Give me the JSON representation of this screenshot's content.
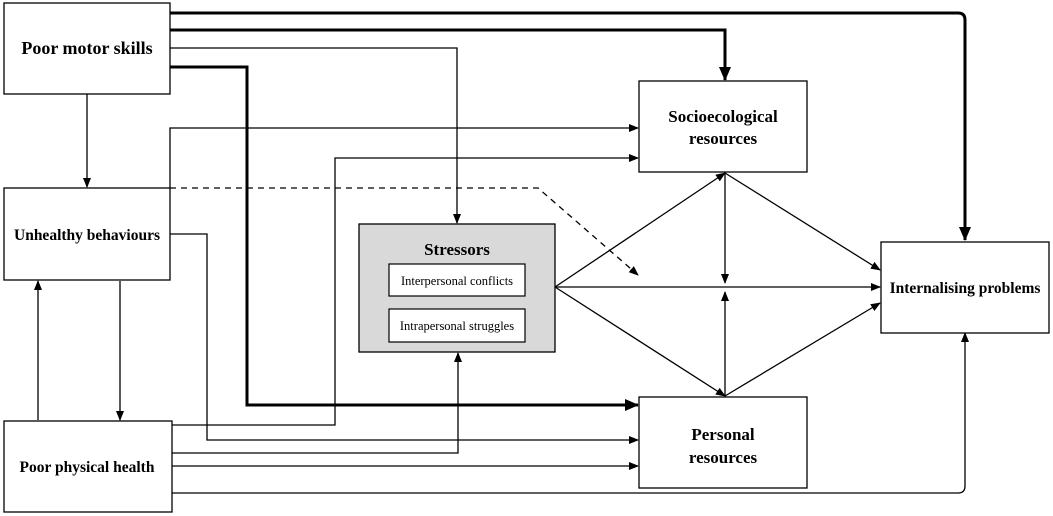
{
  "diagram": {
    "nodes": {
      "motor": {
        "label": "Poor motor skills"
      },
      "unhealthy": {
        "label": "Unhealthy behaviours"
      },
      "physical": {
        "label": "Poor physical health"
      },
      "stressors": {
        "label": "Stressors",
        "items": [
          "Interpersonal conflicts",
          "Intrapersonal struggles"
        ]
      },
      "socio": {
        "label_lines": [
          "Socioecological",
          "resources"
        ]
      },
      "personal": {
        "label_lines": [
          "Personal",
          "resources"
        ]
      },
      "internalising": {
        "label": "Internalising problems"
      }
    },
    "colors": {
      "line": "#000000",
      "stressors_fill": "#d9d9d9",
      "box_fill": "#ffffff"
    },
    "edges": [
      {
        "from": "motor",
        "to": "internalising",
        "style": "thick"
      },
      {
        "from": "motor",
        "to": "socio",
        "style": "thick"
      },
      {
        "from": "motor",
        "to": "stressors",
        "style": "thin"
      },
      {
        "from": "motor",
        "to": "personal",
        "style": "thick"
      },
      {
        "from": "motor",
        "to": "unhealthy",
        "style": "thin"
      },
      {
        "from": "unhealthy",
        "to": "socio",
        "style": "thin"
      },
      {
        "from": "unhealthy",
        "to": "stressors-paths",
        "style": "dashed"
      },
      {
        "from": "unhealthy",
        "to": "physical",
        "style": "thin"
      },
      {
        "from": "unhealthy",
        "to": "personal",
        "style": "thin"
      },
      {
        "from": "physical",
        "to": "unhealthy",
        "style": "thin"
      },
      {
        "from": "physical",
        "to": "socio",
        "style": "thin"
      },
      {
        "from": "physical",
        "to": "stressors",
        "style": "thin"
      },
      {
        "from": "physical",
        "to": "personal",
        "style": "thin"
      },
      {
        "from": "physical",
        "to": "internalising",
        "style": "thin"
      },
      {
        "from": "stressors",
        "to": "socio",
        "style": "thin"
      },
      {
        "from": "stressors",
        "to": "personal",
        "style": "thin"
      },
      {
        "from": "stressors",
        "to": "internalising",
        "style": "thin"
      },
      {
        "from": "socio",
        "to": "internalising",
        "style": "thin"
      },
      {
        "from": "personal",
        "to": "internalising",
        "style": "thin"
      }
    ]
  }
}
